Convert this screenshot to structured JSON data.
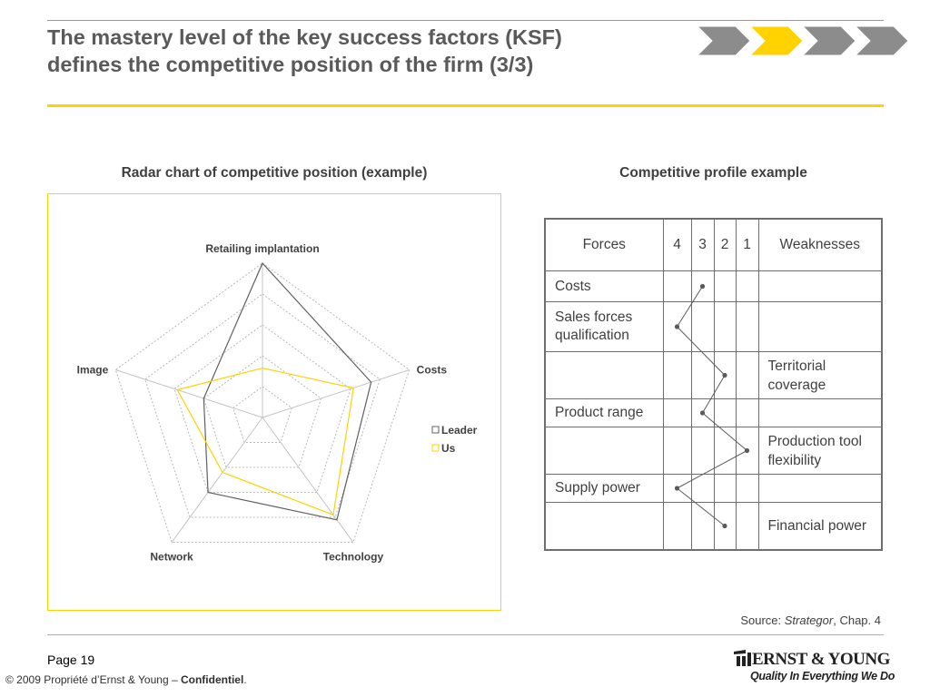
{
  "slide": {
    "title_line1": "The mastery level of the key success factors (KSF)",
    "title_line2": "defines the competitive position of the firm (3/3)",
    "progress": {
      "step_count": 4,
      "active_index": 1,
      "active_color": "#ffd200",
      "inactive_color": "#8c8c8c"
    },
    "accent_color": "#ffd200"
  },
  "left_panel": {
    "heading": "Radar chart of competitive position (example)"
  },
  "right_panel": {
    "heading": "Competitive profile example"
  },
  "chart_data": {
    "type": "radar",
    "axes": [
      "Retailing implantation",
      "Costs",
      "Technology",
      "Network",
      "Image"
    ],
    "max": 5,
    "rings": 5,
    "series": [
      {
        "name": "Leader",
        "color": "#606060",
        "values": [
          5,
          3.7,
          4.1,
          3.0,
          2.0
        ]
      },
      {
        "name": "Us",
        "color": "#ffd200",
        "values": [
          1.6,
          3.1,
          3.9,
          2.2,
          2.9
        ]
      }
    ],
    "legend_position": "right"
  },
  "profile": {
    "headers": {
      "forces": "Forces",
      "scores": [
        "4",
        "3",
        "2",
        "1"
      ],
      "weaknesses": "Weaknesses"
    },
    "rows": [
      {
        "force": "Costs",
        "weakness": "",
        "score": 3
      },
      {
        "force": "Sales forces qualification",
        "weakness": "",
        "score": 4
      },
      {
        "force": "",
        "weakness": "Territorial coverage",
        "score": 2
      },
      {
        "force": "Product range",
        "weakness": "",
        "score": 3
      },
      {
        "force": "",
        "weakness": "Production tool flexibility",
        "score": 1
      },
      {
        "force": "Supply power",
        "weakness": "",
        "score": 4
      },
      {
        "force": "",
        "weakness": "Financial power",
        "score": 2
      }
    ]
  },
  "footer": {
    "source_prefix": "Source: ",
    "source_title": "Strategor",
    "source_suffix": ", Chap. 4",
    "page_label": "Page 19",
    "copyright_text": "© 2009 Propriété d’Ernst & Young – ",
    "copyright_bold": "Confidentiel",
    "copyright_end": ".",
    "logo_name": "ERNST & YOUNG",
    "logo_tagline": "Quality In Everything We Do"
  }
}
